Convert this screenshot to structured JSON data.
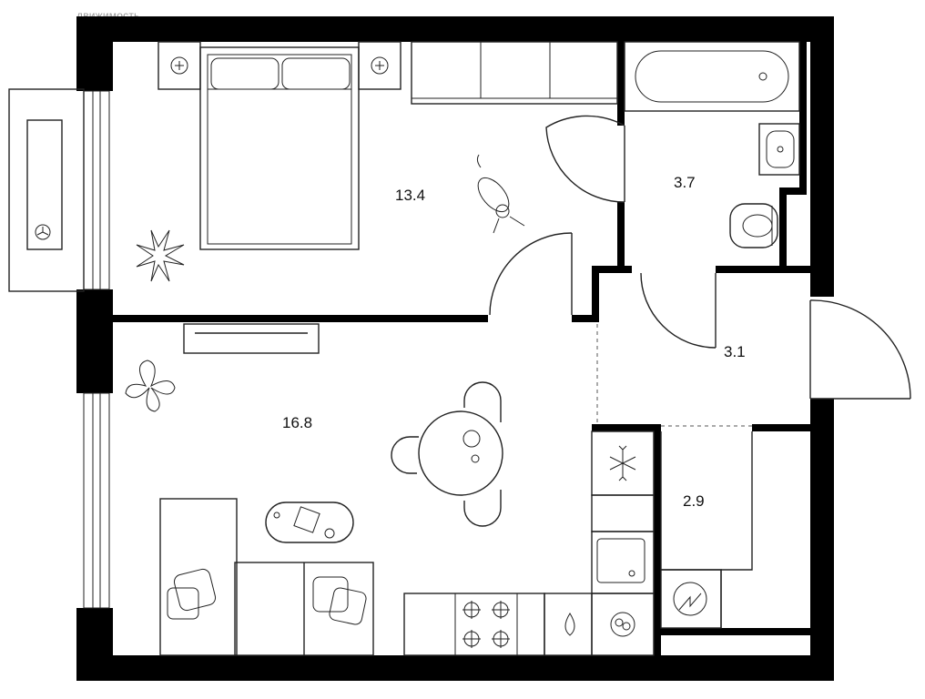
{
  "watermark": "движимость",
  "rooms": [
    {
      "id": "bedroom",
      "area": "13.4"
    },
    {
      "id": "bathroom",
      "area": "3.7"
    },
    {
      "id": "hallway",
      "area": "3.1"
    },
    {
      "id": "living-kitchen",
      "area": "16.8"
    },
    {
      "id": "storage",
      "area": "2.9"
    }
  ],
  "colors": {
    "wall": "#000000",
    "line": "#222222",
    "background": "#ffffff"
  },
  "icons": [
    "bed-icon",
    "wardrobe-icon",
    "bathtub-icon",
    "sink-icon",
    "toilet-icon",
    "dog-icon",
    "plant-icon",
    "radiator-icon",
    "fan-icon",
    "tv-stand-icon",
    "dining-table-icon",
    "chair-icon",
    "sofa-icon",
    "pillow-icon",
    "coffee-table-icon",
    "fridge-icon",
    "kitchen-sink-icon",
    "stove-icon",
    "water-heater-icon",
    "oven-icon",
    "washing-machine-icon",
    "door-icon"
  ]
}
